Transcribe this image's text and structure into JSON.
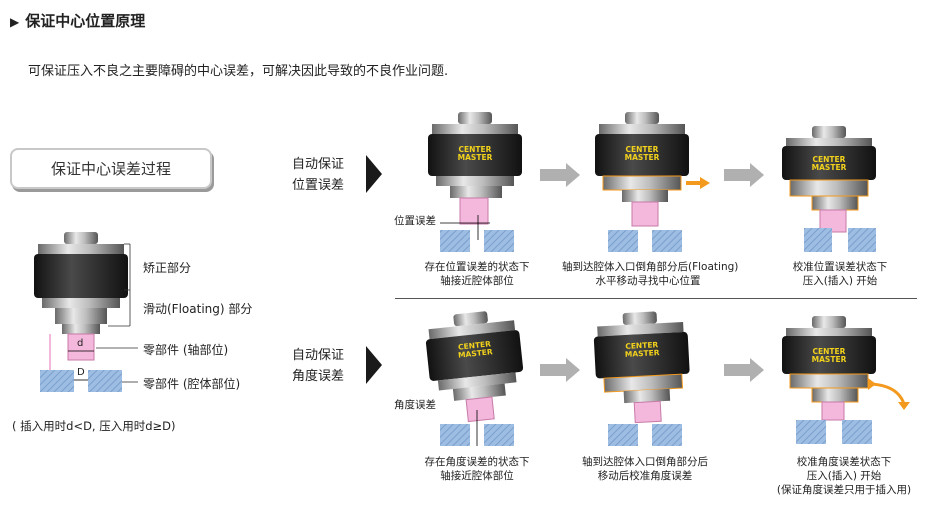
{
  "header": {
    "title": "保证中心位置原理"
  },
  "intro": "可保证压入不良之主要障碍的中心误差，可解决因此导致的不良作业问题.",
  "legend": {
    "process_title": "保证中心误差过程",
    "label_correction": "矫正部分",
    "label_floating": "滑动(Floating) 部分",
    "label_shaft": "零部件 (轴部位)",
    "label_cavity": "零部件 (腔体部位)",
    "dim_d": "d",
    "dim_D": "D",
    "usage_note": "( 插入用时d<D, 压入用时d≥D)"
  },
  "rows": [
    {
      "label_line1": "自动保证",
      "label_line2": "位置误差",
      "error_label": "位置误差",
      "steps": [
        {
          "caption_line1": "存在位置误差的状态下",
          "caption_line2": "轴接近腔体部位"
        },
        {
          "caption_line1": "轴到达腔体入口倒角部分后(Floating)",
          "caption_line2": "水平移动寻找中心位置"
        },
        {
          "caption_line1": "校准位置误差状态下",
          "caption_line2": "压入(插入) 开始"
        }
      ]
    },
    {
      "label_line1": "自动保证",
      "label_line2": "角度误差",
      "error_label": "角度误差",
      "steps": [
        {
          "caption_line1": "存在角度误差的状态下",
          "caption_line2": "轴接近腔体部位"
        },
        {
          "caption_line1": "轴到达腔体入口倒角部分后",
          "caption_line2": "移动后校准角度误差"
        },
        {
          "caption_line1": "校准角度误差状态下",
          "caption_line2": "压入(插入) 开始",
          "caption_line3": "(保证角度误差只用于插入用)"
        }
      ]
    }
  ],
  "device_label_line1": "CENTER",
  "device_label_line2": "MASTER",
  "colors": {
    "body": "#2a2a2a",
    "label": "#f2d21b",
    "shaft": "#f4b8dc",
    "cavity": "#7fa7d4",
    "arrow_gray": "#b0b0b0",
    "arrow_orange": "#f39a1e"
  }
}
